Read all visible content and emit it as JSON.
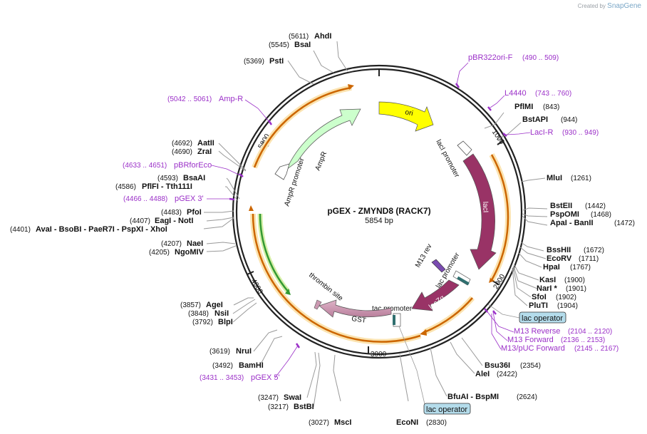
{
  "app": {
    "credit_prefix": "Created by",
    "credit_brand": "SnapGene"
  },
  "plasmid": {
    "name": "pGEX - ZMYND8 (RACK7)",
    "size_label": "5854 bp",
    "length": 5854
  },
  "ticks": [
    {
      "pos": 1000,
      "label": "1000"
    },
    {
      "pos": 2000,
      "label": "2000"
    },
    {
      "pos": 3000,
      "label": "3000"
    },
    {
      "pos": 4000,
      "label": "4000"
    },
    {
      "pos": 5000,
      "label": "5000"
    }
  ],
  "sites": [
    {
      "name": "AhdI",
      "pos": "(5611)",
      "bp": 5611
    },
    {
      "name": "BsaI",
      "pos": "(5545)",
      "bp": 5545
    },
    {
      "name": "PstI",
      "pos": "(5369)",
      "bp": 5369
    },
    {
      "name": "PflMI",
      "pos": "(843)",
      "bp": 843
    },
    {
      "name": "BstAPI",
      "pos": "(944)",
      "bp": 944
    },
    {
      "name": "MluI",
      "pos": "(1261)",
      "bp": 1261
    },
    {
      "name": "BstEII",
      "pos": "(1442)",
      "bp": 1442
    },
    {
      "name": "PspOMI",
      "pos": "(1468)",
      "bp": 1468
    },
    {
      "name": "ApaI - BanII",
      "pos": "(1472)",
      "bp": 1472
    },
    {
      "name": "BssHII",
      "pos": "(1672)",
      "bp": 1672
    },
    {
      "name": "EcoRV",
      "pos": "(1711)",
      "bp": 1711
    },
    {
      "name": "HpaI",
      "pos": "(1767)",
      "bp": 1767
    },
    {
      "name": "KasI",
      "pos": "(1900)",
      "bp": 1900
    },
    {
      "name": "NarI *",
      "pos": "(1901)",
      "bp": 1901
    },
    {
      "name": "SfoI",
      "pos": "(1902)",
      "bp": 1902
    },
    {
      "name": "PluTI",
      "pos": "(1904)",
      "bp": 1904
    },
    {
      "name": "Bsu36I",
      "pos": "(2354)",
      "bp": 2354
    },
    {
      "name": "AleI",
      "pos": "(2422)",
      "bp": 2422
    },
    {
      "name": "BfuAI - BspMI",
      "pos": "(2624)",
      "bp": 2624
    },
    {
      "name": "EcoNI",
      "pos": "(2830)",
      "bp": 2830
    },
    {
      "name": "MscI",
      "pos": "(3027)",
      "bp": 3027
    },
    {
      "name": "BstBI",
      "pos": "(3217)",
      "bp": 3217
    },
    {
      "name": "SwaI",
      "pos": "(3247)",
      "bp": 3247
    },
    {
      "name": "BamHI",
      "pos": "(3492)",
      "bp": 3492
    },
    {
      "name": "NruI",
      "pos": "(3619)",
      "bp": 3619
    },
    {
      "name": "BlpI",
      "pos": "(3792)",
      "bp": 3792
    },
    {
      "name": "NsiI",
      "pos": "(3848)",
      "bp": 3848
    },
    {
      "name": "AgeI",
      "pos": "(3857)",
      "bp": 3857
    },
    {
      "name": "NgoMIV",
      "pos": "(4205)",
      "bp": 4205
    },
    {
      "name": "NaeI",
      "pos": "(4207)",
      "bp": 4207
    },
    {
      "name": "AvaI - BsoBI - PaeR7I - PspXI - XhoI",
      "pos": "(4401)",
      "bp": 4401
    },
    {
      "name": "EagI - NotI",
      "pos": "(4407)",
      "bp": 4407
    },
    {
      "name": "PfoI",
      "pos": "(4483)",
      "bp": 4483
    },
    {
      "name": "PflFI - Tth111I",
      "pos": "(4586)",
      "bp": 4586
    },
    {
      "name": "BsaAI",
      "pos": "(4593)",
      "bp": 4593
    },
    {
      "name": "ZraI",
      "pos": "(4690)",
      "bp": 4690
    },
    {
      "name": "AatII",
      "pos": "(4692)",
      "bp": 4692
    }
  ],
  "primers": [
    {
      "name": "pBR322ori-F",
      "range": "(490 .. 509)"
    },
    {
      "name": "L4440",
      "range": "(743 .. 760)"
    },
    {
      "name": "LacI-R",
      "range": "(930 .. 949)"
    },
    {
      "name": "M13 Reverse",
      "range": "(2104 .. 2120)"
    },
    {
      "name": "M13 Forward",
      "range": "(2136 .. 2153)"
    },
    {
      "name": "M13/pUC Forward",
      "range": "(2145 .. 2167)"
    },
    {
      "name": "pGEX 5'",
      "range": "(3431 .. 3453)"
    },
    {
      "name": "pGEX 3'",
      "range": "(4466 .. 4488)"
    },
    {
      "name": "pBRforEco",
      "range": "(4633 .. 4651)"
    },
    {
      "name": "Amp-R",
      "range": "(5042 .. 5061)"
    }
  ],
  "operators": [
    {
      "label": "lac operator"
    },
    {
      "label": "lac operator"
    }
  ],
  "features": {
    "ori": "ori",
    "lacI_promoter": "lacI promoter",
    "lacI": "lacI",
    "m13_rev": "M13 rev",
    "lac_promoter": "lac promoter",
    "lacZa": "lacZα",
    "tac_promoter": "tac promoter",
    "gst": "GST",
    "thrombin": "thrombin site",
    "ampr": "AmpR",
    "ampr_promoter": "AmpR promoter"
  },
  "colors": {
    "ori": "#ffff00",
    "lacI": "#993366",
    "lacZa": "#993366",
    "gst": "#cc99b2",
    "ampr": "#ccffcc",
    "promoter": "#ffffff",
    "primer": "#9b30c8",
    "insert_arc": "#cc6600",
    "insert_glow": "#fbe3b0",
    "ampr_arc": "#339933",
    "operator_box": "#b4dceb"
  }
}
